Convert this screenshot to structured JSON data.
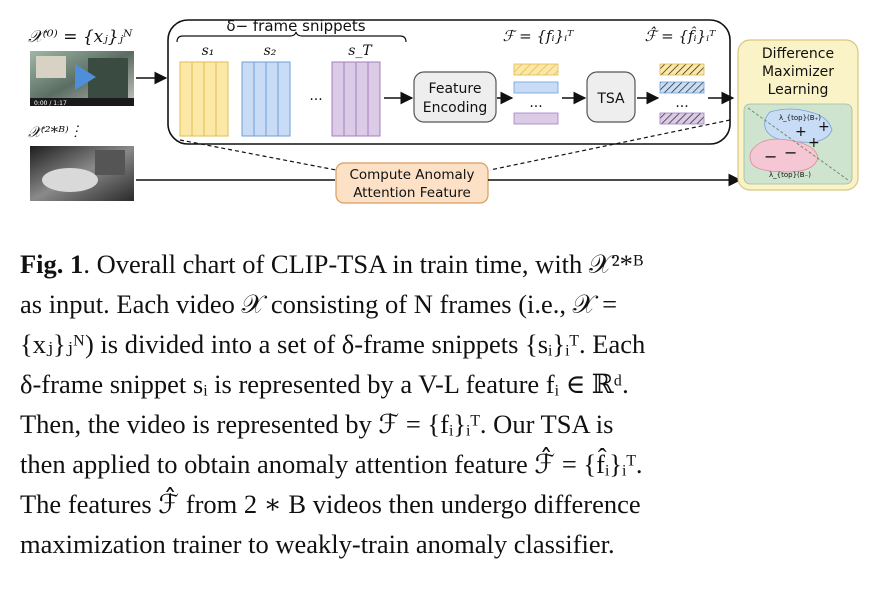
{
  "figure": {
    "input_label_1": "𝒳⁽⁰⁾ = {xⱼ}ⱼᴺ",
    "input_label_2": "𝒳⁽²*ᴮ⁾ ⋮",
    "video_timestamp": "0:00 / 1:17",
    "snippets_title": "δ− frame snippets",
    "snippet_labels": [
      "s₁",
      "s₂",
      "s_T"
    ],
    "ellipsis": "...",
    "feature_encoding_label": [
      "Feature",
      "Encoding"
    ],
    "features_label": "ℱ = {fᵢ}ᵢᵀ",
    "tsa_label": "TSA",
    "features_hat_label": "ℱ̂ = {f̂ᵢ}ᵢᵀ",
    "dml_label": [
      "Difference",
      "Maximizer",
      "Learning"
    ],
    "dml_scores": [
      "λ_{top}(B₊)",
      "λ_{top}(B₋)"
    ],
    "caaf_label": [
      "Compute Anomaly",
      "Attention Feature"
    ],
    "colors": {
      "snippet_1": "#fbe7a6",
      "snippet_2": "#c9dcf5",
      "snippet_3": "#dccbe6",
      "caaf_fill": "#fde1c6",
      "dml_fill": "#fbf3c8",
      "positive": "#f5c6d3"
    }
  },
  "caption": {
    "label": "Fig. 1",
    "line1": ". Overall chart of CLIP-TSA in train time, with 𝒳²*ᴮ",
    "line2": "as input. Each video 𝒳 consisting of N frames (i.e., 𝒳 =",
    "line3": "{xⱼ}ⱼᴺ) is divided into a set of δ-frame snippets {sᵢ}ᵢᵀ. Each",
    "line4": "δ-frame snippet sᵢ is represented by a V-L feature fᵢ ∈ ℝᵈ.",
    "line5": "Then, the video is represented by ℱ = {fᵢ}ᵢᵀ. Our TSA is",
    "line6": "then applied to obtain anomaly attention feature ℱ̂ = {f̂ᵢ}ᵢᵀ.",
    "line7": "The features ℱ̂ from 2 ∗ B videos then undergo difference",
    "line8": "maximization trainer to weakly-train anomaly classifier."
  }
}
